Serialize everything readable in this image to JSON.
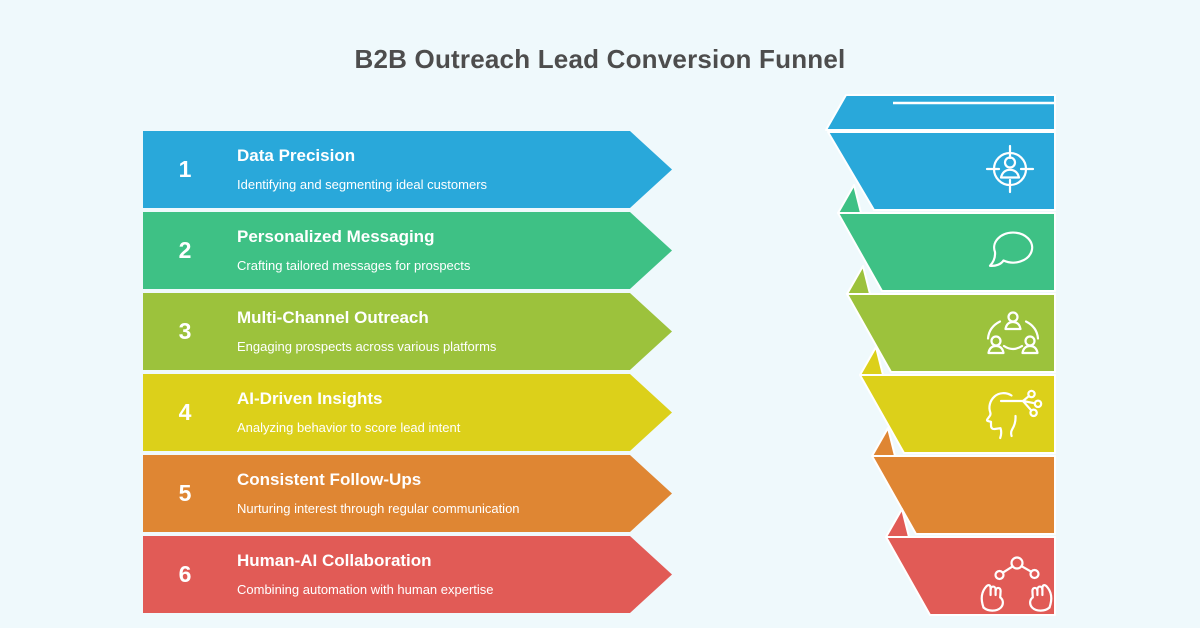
{
  "page": {
    "title": "B2B Outreach Lead Conversion Funnel",
    "background": "#eff9fc",
    "title_color": "#4d4d4d",
    "divider_color": "#ffffff"
  },
  "steps": [
    {
      "number": "1",
      "title": "Data Precision",
      "description": "Identifying and segmenting ideal customers",
      "color": "#29a8da",
      "icon": "target-user-icon"
    },
    {
      "number": "2",
      "title": "Personalized Messaging",
      "description": "Crafting tailored messages for prospects",
      "color": "#3ec185",
      "icon": "chat-bubble-icon"
    },
    {
      "number": "3",
      "title": "Multi-Channel Outreach",
      "description": "Engaging prospects across various platforms",
      "color": "#9cc23c",
      "icon": "people-network-icon"
    },
    {
      "number": "4",
      "title": "AI-Driven Insights",
      "description": "Analyzing behavior to score lead intent",
      "color": "#dcd01a",
      "icon": "ai-head-icon"
    },
    {
      "number": "5",
      "title": "Consistent Follow-Ups",
      "description": "Nurturing interest through regular communication",
      "color": "#df8633",
      "icon": ""
    },
    {
      "number": "6",
      "title": "Human-AI Collaboration",
      "description": "Combining automation with human expertise",
      "color": "#e15b56",
      "icon": "hands-molecule-icon"
    }
  ]
}
